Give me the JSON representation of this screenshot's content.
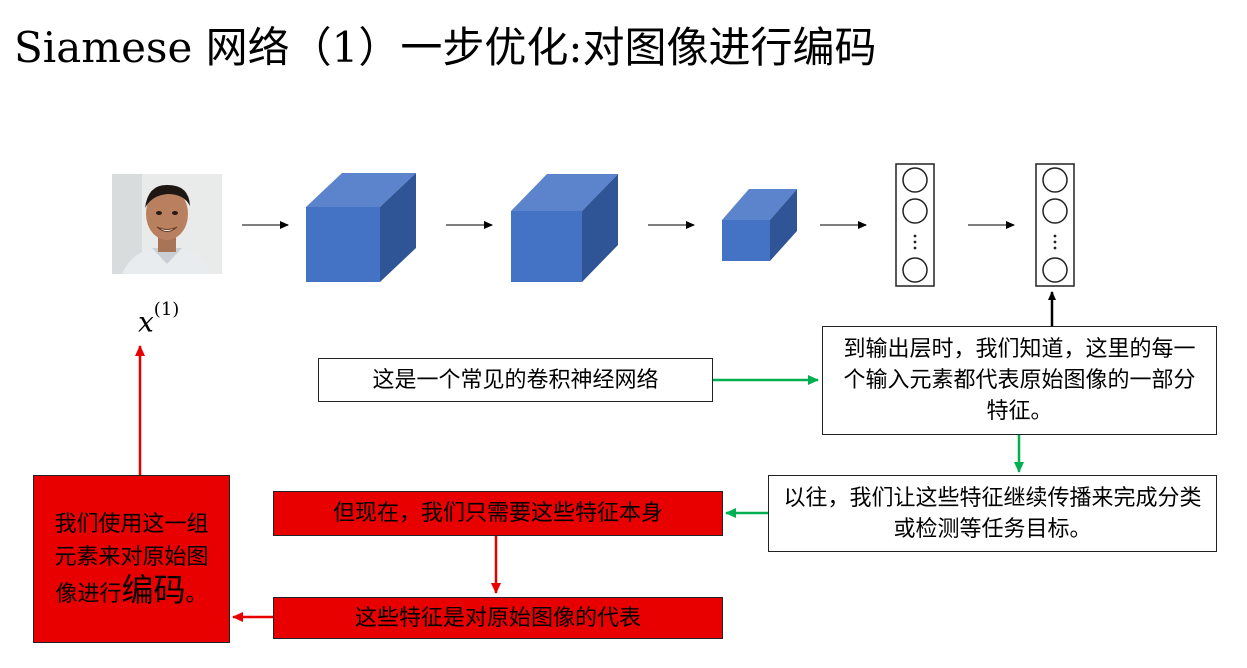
{
  "title": "Siamese 网络（1）一步优化:对图像进行编码",
  "input_label": {
    "var": "x",
    "sup": "(1)"
  },
  "colors": {
    "cube": "#4472c4",
    "cube_top": "#5b84cc",
    "cube_side": "#2f5597",
    "green_arrow": "#00b050",
    "red_arrow": "#e80000",
    "red_box": "#e80000"
  },
  "boxes": {
    "cnn_note": "这是一个常见的卷积神经网络",
    "output_note": "到输出层时，我们知道，这里的每一个输入元素都代表原始图像的一部分特征。",
    "past_note": "以往，我们让这些特征继续传播来完成分类或检测等任务目标。",
    "now_note": "但现在，我们只需要这些特征本身",
    "represent_note": "这些特征是对原始图像的代表",
    "encode_note_main": "我们使用这一组元素来对原始图像进行",
    "encode_note_big1": "编",
    "encode_note_big2": "码",
    "encode_note_end": "。"
  }
}
